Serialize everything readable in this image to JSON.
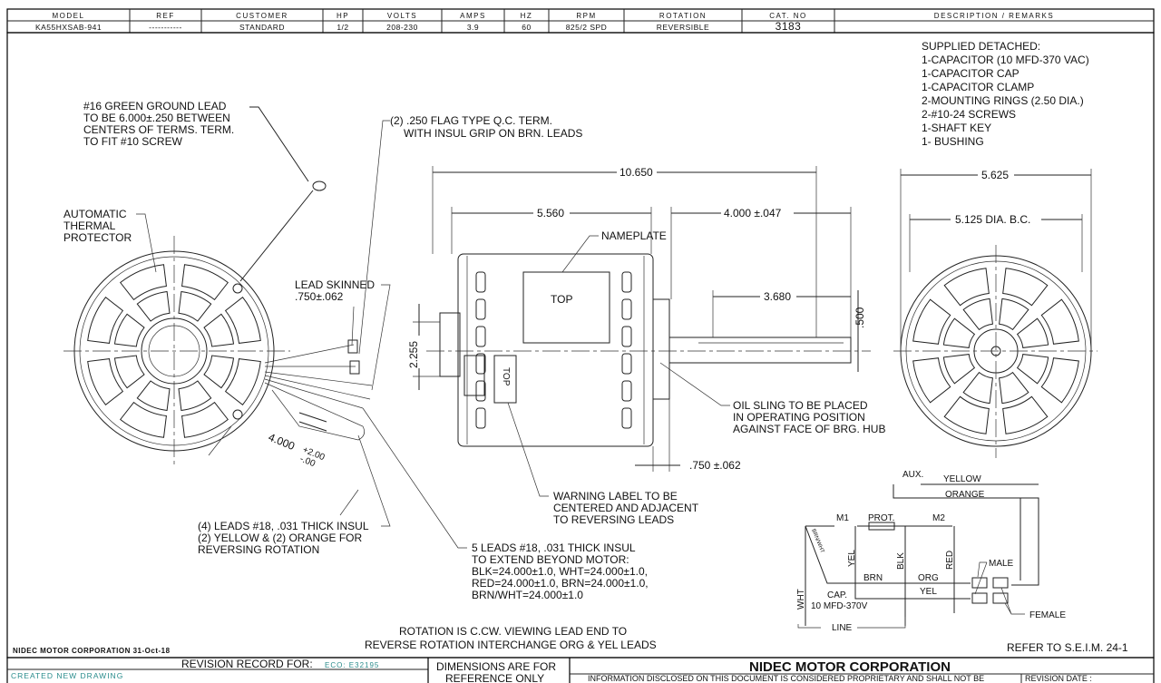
{
  "header": {
    "columns": [
      "MODEL",
      "REF",
      "CUSTOMER",
      "HP",
      "VOLTS",
      "AMPS",
      "HZ",
      "RPM",
      "ROTATION",
      "CAT. NO",
      "DESCRIPTION / REMARKS"
    ],
    "values": [
      "KA55HXSAB-941",
      "-----------",
      "STANDARD",
      "1/2",
      "208-230",
      "3.9",
      "60",
      "825/2 SPD",
      "REVERSIBLE",
      "3183",
      ""
    ]
  },
  "supplied_detached": [
    "SUPPLIED DETACHED:",
    "1-CAPACITOR (10 MFD-370 VAC)",
    "1-CAPACITOR CAP",
    "1-CAPACITOR CLAMP",
    "2-MOUNTING RINGS (2.50 DIA.)",
    "2-#10-24 SCREWS",
    "1-SHAFT KEY",
    "1- BUSHING"
  ],
  "notes": {
    "ground_lead": [
      "#16 GREEN GROUND LEAD",
      "TO BE 6.000±.250 BETWEEN",
      "CENTERS OF TERMS. TERM.",
      "TO FIT #10 SCREW"
    ],
    "flag_term": [
      "(2) .250 FLAG TYPE Q.C. TERM.",
      "WITH INSUL GRIP ON BRN. LEADS"
    ],
    "thermal": [
      "AUTOMATIC",
      "THERMAL",
      "PROTECTOR"
    ],
    "lead_skinned": [
      "LEAD SKINNED",
      ".750±.062"
    ],
    "nameplate": "NAMEPLATE",
    "top": "TOP",
    "oil_sling": [
      "OIL SLING TO BE PLACED",
      "IN OPERATING POSITION",
      "AGAINST FACE OF BRG. HUB"
    ],
    "warning_label": [
      "WARNING LABEL TO BE",
      "CENTERED AND ADJACENT",
      "TO REVERSING LEADS"
    ],
    "leads4": [
      "(4) LEADS #18, .031 THICK INSUL",
      "(2) YELLOW & (2) ORANGE FOR",
      "REVERSING ROTATION"
    ],
    "leads5": [
      "5 LEADS #18, .031 THICK INSUL",
      "TO EXTEND BEYOND MOTOR:",
      "BLK=24.000±1.0, WHT=24.000±1.0,",
      "RED=24.000±1.0, BRN=24.000±1.0,",
      "BRN/WHT=24.000±1.0"
    ],
    "rotation": [
      "ROTATION IS C.CW. VIEWING LEAD END TO",
      "REVERSE ROTATION INTERCHANGE ORG & YEL LEADS"
    ],
    "refer": "REFER TO S.E.I.M. 24-1"
  },
  "dimensions": {
    "overall": "10.650",
    "body": "5.560",
    "shaft_ext": "4.000 ±.047",
    "shaft_flat": "3.680",
    "shaft_dia": ".500",
    "mount": "2.255",
    "hub": ".750 ±.062",
    "lead_len": "4.000",
    "lead_tol_plus": "+2.00",
    "lead_tol_minus": "-.00",
    "end_dia": "5.625",
    "bolt_circle": "5.125 DIA. B.C."
  },
  "wiring": {
    "aux": "AUX.",
    "yellow": "YELLOW",
    "orange": "ORANGE",
    "m1": "M1",
    "prot": "PROT.",
    "m2": "M2",
    "yel": "YEL",
    "blk": "BLK",
    "red": "RED",
    "brn": "BRN",
    "org": "ORG",
    "yel2": "YEL",
    "brnwht": "BRN/WHT",
    "wht": "WHT",
    "cap": "CAP.",
    "cap_rating": "10 MFD-370V",
    "line": "LINE",
    "male": "MALE",
    "female": "FEMALE"
  },
  "footer": {
    "company_date": "NIDEC MOTOR CORPORATION 31-Oct-18",
    "revision_record": "REVISION RECORD FOR:",
    "eco": "ECO: E32195",
    "created": "CREATED NEW DRAWING",
    "dims_ref": [
      "DIMENSIONS ARE FOR",
      "REFERENCE ONLY"
    ],
    "company": "NIDEC MOTOR CORPORATION",
    "info": "INFORMATION DISCLOSED ON THIS DOCUMENT IS CONSIDERED PROPRIETARY AND SHALL NOT BE",
    "revision_date": "REVISION DATE :"
  }
}
